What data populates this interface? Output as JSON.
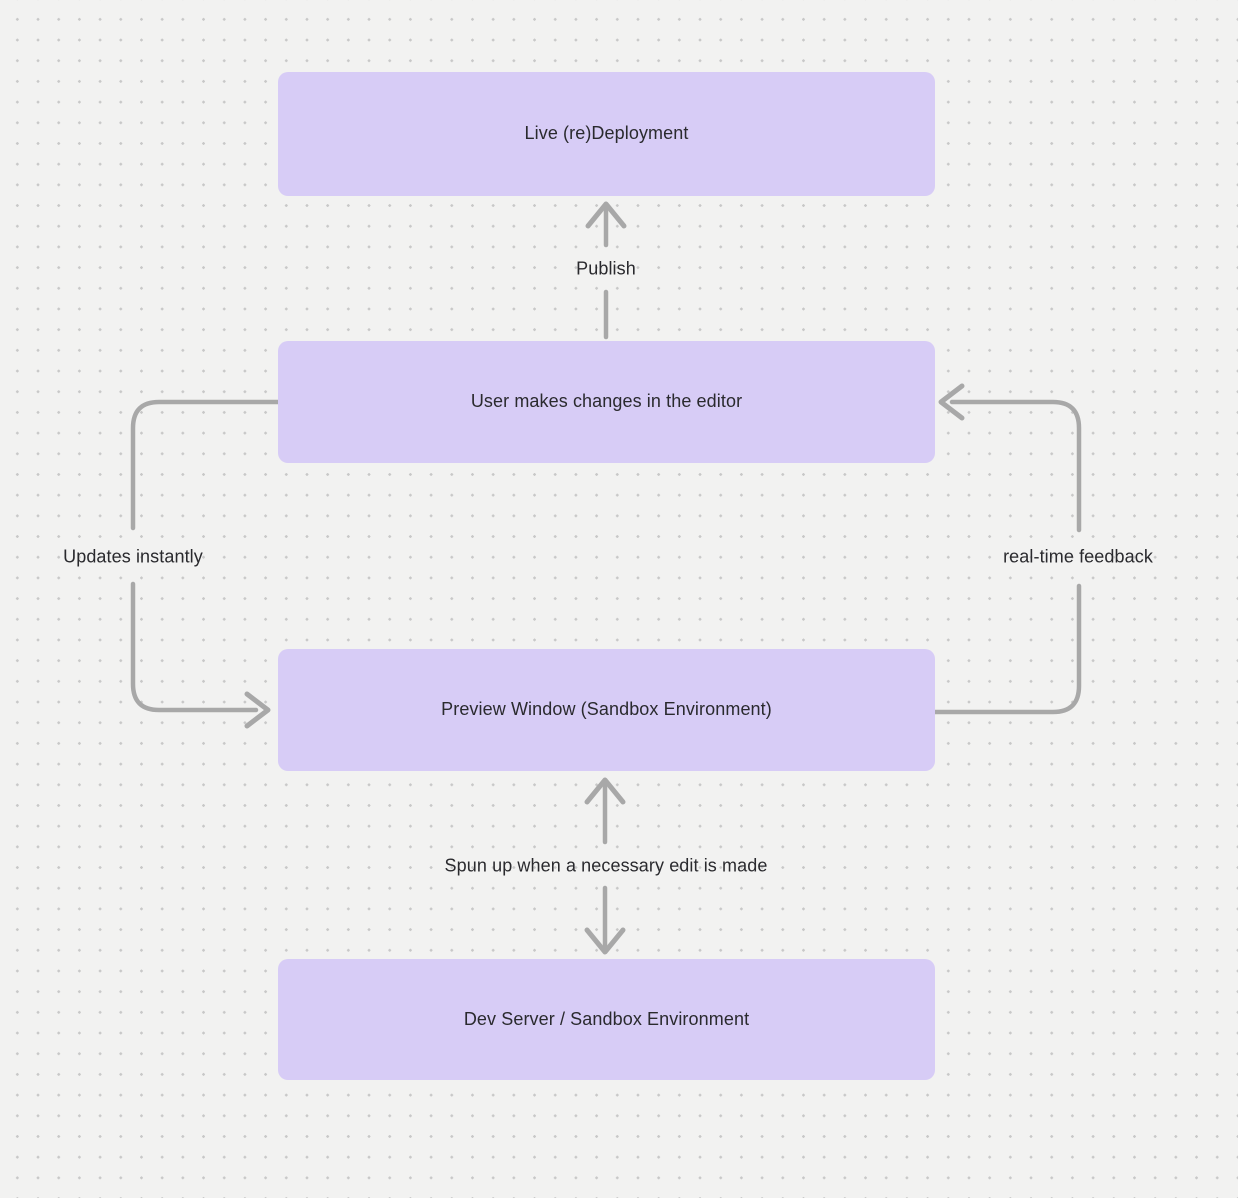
{
  "diagram": {
    "type": "flowchart",
    "nodes": [
      {
        "id": "live-redeployment",
        "label": "Live (re)Deployment"
      },
      {
        "id": "user-editor",
        "label": "User makes changes in the editor"
      },
      {
        "id": "preview-window",
        "label": "Preview Window (Sandbox Environment)"
      },
      {
        "id": "dev-server",
        "label": "Dev Server / Sandbox Environment"
      }
    ],
    "edges": [
      {
        "from": "user-editor",
        "to": "live-redeployment",
        "label": "Publish",
        "direction": "up"
      },
      {
        "from": "user-editor",
        "to": "preview-window",
        "label": "Updates instantly",
        "side": "left",
        "direction": "down"
      },
      {
        "from": "preview-window",
        "to": "user-editor",
        "label": "real-time feedback",
        "side": "right",
        "direction": "up"
      },
      {
        "from": "preview-window",
        "to": "dev-server",
        "label": "Spun up when a necessary edit is made",
        "direction": "both"
      }
    ],
    "edge_labels": {
      "publish": "Publish",
      "updates_instantly": "Updates instantly",
      "realtime_feedback": "real-time feedback",
      "spun_up": "Spun up when a necessary edit is made"
    }
  },
  "colors": {
    "background": "#f2f2f1",
    "dot": "#c8c8c8",
    "node_fill": "#d7ccf6",
    "node_text": "#2a2a2e",
    "label_text": "#2a2a2e",
    "arrow": "#a8a8a8"
  }
}
